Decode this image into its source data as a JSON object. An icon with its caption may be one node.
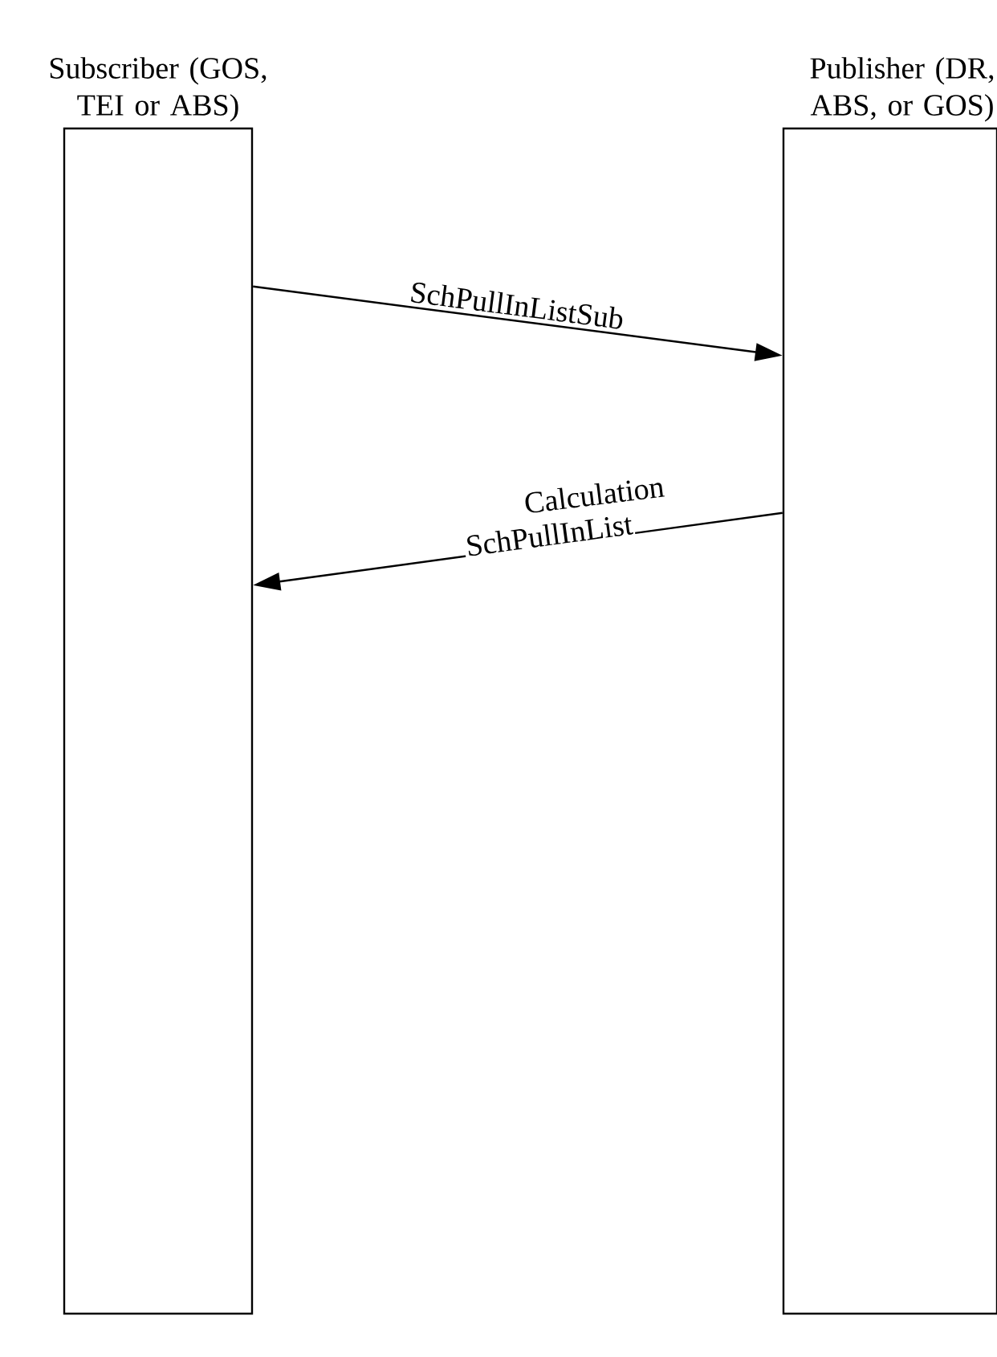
{
  "diagram": {
    "nodes": [
      {
        "text": [
          "Subscriber (GOS, TEI or ABS)"
        ]
      },
      {
        "text": [
          "Publisher (DR, ABS, or GOS)"
        ]
      }
    ],
    "edges": [
      {
        "from": 0,
        "to": 1,
        "arrow": "to",
        "label": "SchPullInListSub"
      },
      {
        "from": 1,
        "to": 0,
        "arrow": "to",
        "label": "SchPullInList"
      }
    ],
    "labels": [
      "Calculation"
    ]
  }
}
